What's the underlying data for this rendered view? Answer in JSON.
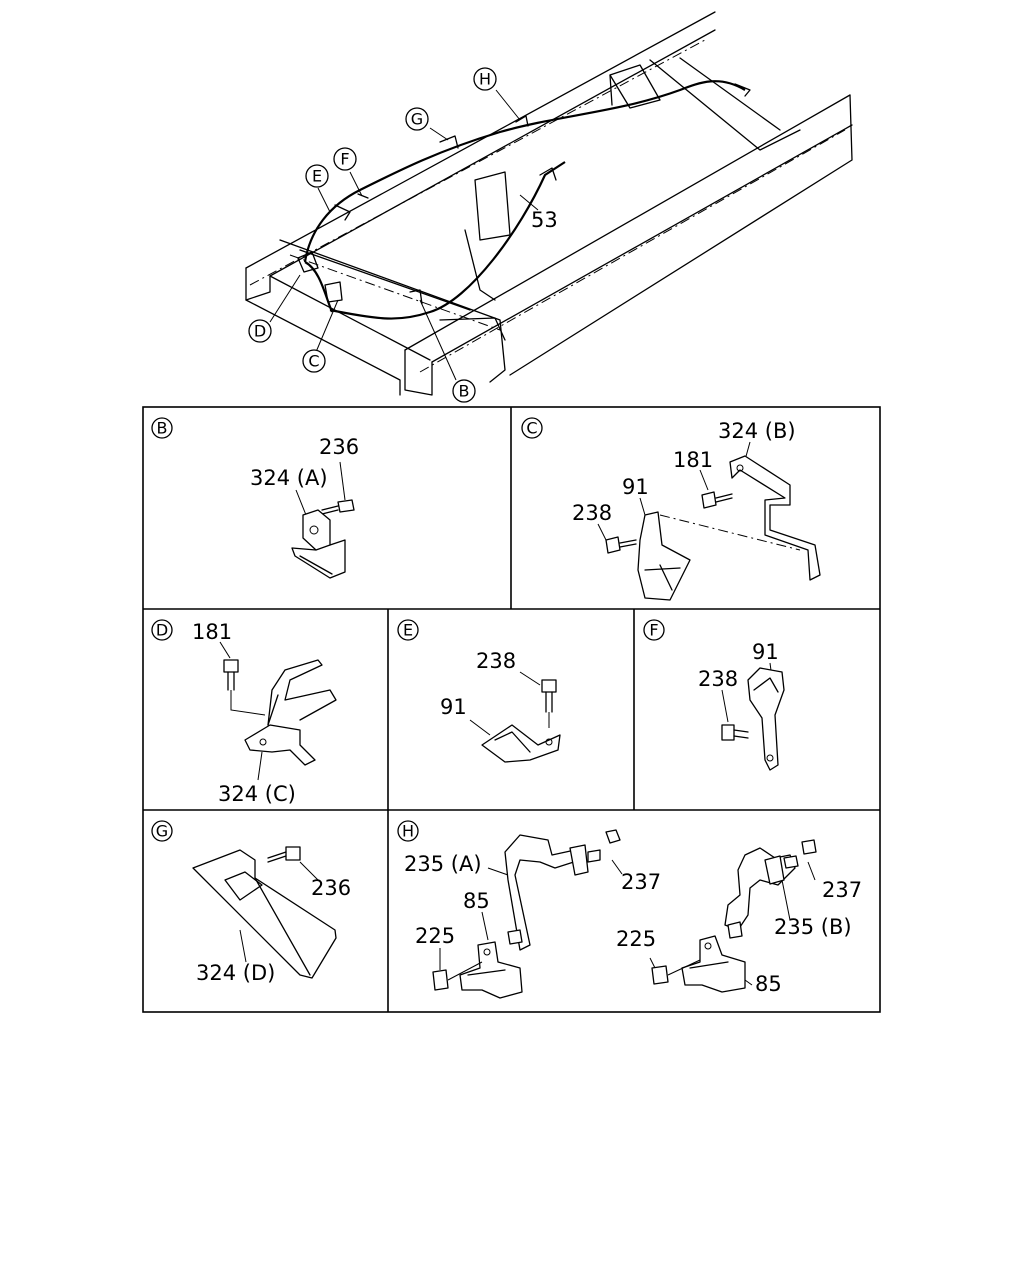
{
  "overview": {
    "callouts": [
      "B",
      "C",
      "D",
      "E",
      "F",
      "G",
      "H"
    ],
    "part_label": "53"
  },
  "panels": {
    "B": {
      "letter": "B",
      "labels": [
        "236",
        "324 (A)"
      ]
    },
    "C": {
      "letter": "C",
      "labels": [
        "324 (B)",
        "181",
        "91",
        "238"
      ]
    },
    "D": {
      "letter": "D",
      "labels": [
        "181",
        "324 (C)"
      ]
    },
    "E": {
      "letter": "E",
      "labels": [
        "238",
        "91"
      ]
    },
    "F": {
      "letter": "F",
      "labels": [
        "91",
        "238"
      ]
    },
    "G": {
      "letter": "G",
      "labels": [
        "236",
        "324 (D)"
      ]
    },
    "H": {
      "letter": "H",
      "labels": [
        "235 (A)",
        "85",
        "237",
        "225",
        "225",
        "237",
        "235 (B)",
        "85"
      ]
    }
  }
}
